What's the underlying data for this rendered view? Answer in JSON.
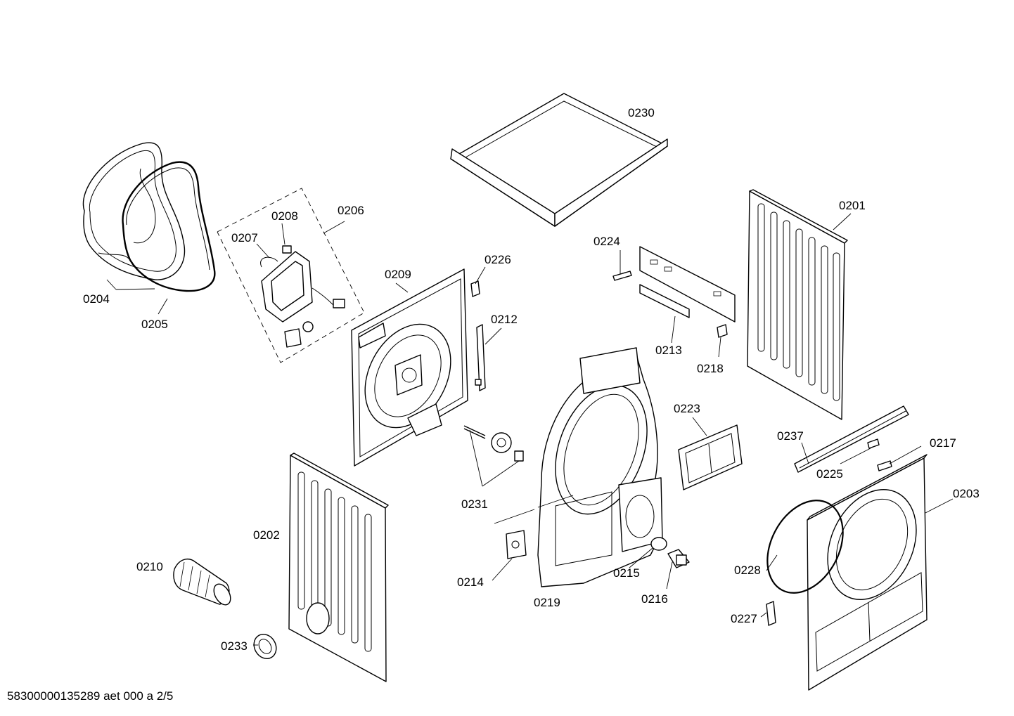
{
  "labels": {
    "l0201": "0201",
    "l0202": "0202",
    "l0203": "0203",
    "l0204": "0204",
    "l0205": "0205",
    "l0206": "0206",
    "l0207": "0207",
    "l0208": "0208",
    "l0209": "0209",
    "l0210": "0210",
    "l0212": "0212",
    "l0213": "0213",
    "l0214": "0214",
    "l0215": "0215",
    "l0216": "0216",
    "l0217": "0217",
    "l0218": "0218",
    "l0219": "0219",
    "l0223": "0223",
    "l0224": "0224",
    "l0225": "0225",
    "l0226": "0226",
    "l0227": "0227",
    "l0228": "0228",
    "l0230": "0230",
    "l0231": "0231",
    "l0233": "0233",
    "l0237": "0237"
  },
  "footer": "58300000135289 aet 000 a 2/5"
}
